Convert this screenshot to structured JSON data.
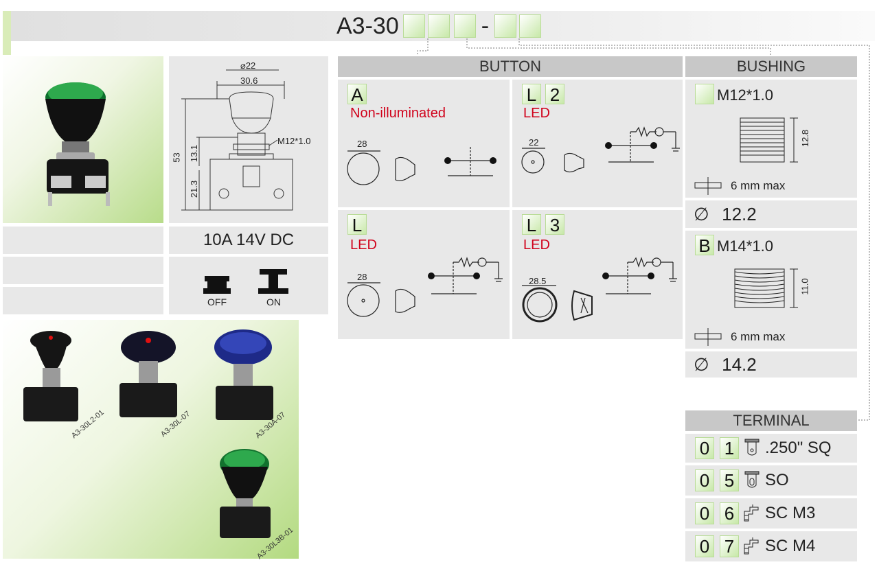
{
  "title": {
    "model": "A3-30",
    "dash": "-"
  },
  "drawing": {
    "dia_label": "⌀22",
    "width_label": "30.6",
    "height_total": "53",
    "height_upper": "13.1",
    "height_lower": "21.3",
    "thread_label": "M12*1.0"
  },
  "rating": "10A 14V DC",
  "states": {
    "off": "OFF",
    "on": "ON"
  },
  "button": {
    "header": "BUTTON",
    "options": [
      {
        "codes": [
          "A"
        ],
        "name": "Non-illuminated",
        "dim": "28"
      },
      {
        "codes": [
          "L",
          "2"
        ],
        "name": "LED",
        "dim": "22"
      },
      {
        "codes": [
          "L"
        ],
        "name": "LED",
        "dim": "28"
      },
      {
        "codes": [
          "L",
          "3"
        ],
        "name": "LED",
        "dim": "28.5"
      }
    ]
  },
  "bushing": {
    "header": "BUSHING",
    "options": [
      {
        "code": "",
        "thread": "M12*1.0",
        "length": "12.8",
        "panel": "6 mm max",
        "hole": "12.2"
      },
      {
        "code": "B",
        "thread": "M14*1.0",
        "length": "11.0",
        "panel": "6 mm max",
        "hole": "14.2"
      }
    ],
    "hole_symbol": "∅"
  },
  "terminal": {
    "header": "TERMINAL",
    "rows": [
      {
        "codes": [
          "0",
          "1"
        ],
        "label": ".250\" SQ",
        "icon": "quick-connect-icon"
      },
      {
        "codes": [
          "0",
          "5"
        ],
        "label": "SO",
        "icon": "solder-lug-icon"
      },
      {
        "codes": [
          "0",
          "6"
        ],
        "label": "SC M3",
        "icon": "screw-terminal-icon"
      },
      {
        "codes": [
          "0",
          "7"
        ],
        "label": "SC M4",
        "icon": "screw-terminal-icon"
      }
    ]
  },
  "products": [
    {
      "label": "A3-30L2-01",
      "cap_color": "#151515",
      "dot_color": "#e01010"
    },
    {
      "label": "A3-30L-07",
      "cap_color": "#141428",
      "dot_color": "#e01010"
    },
    {
      "label": "A3-30A-07",
      "cap_color": "#1e2a88",
      "dot_color": ""
    },
    {
      "label": "A3-30L3B-01",
      "cap_color": "#12722e",
      "dot_color": ""
    }
  ],
  "colors": {
    "accent_green": "#c7e8a8",
    "panel_gray": "#e8e8e8",
    "header_gray": "#c8c8c8",
    "text_red": "#d0021b"
  }
}
